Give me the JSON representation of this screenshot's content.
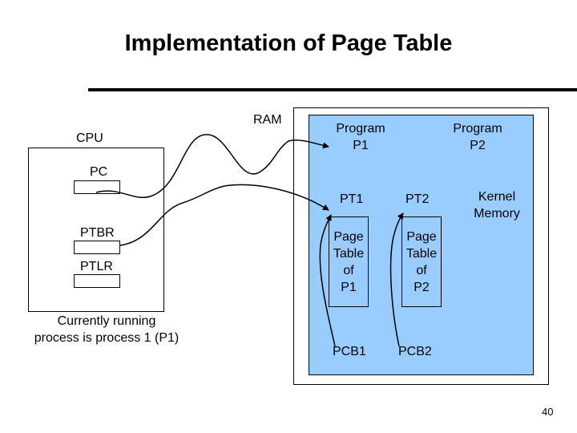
{
  "slide": {
    "title": "Implementation of Page Table",
    "page_number": "40"
  },
  "cpu": {
    "label": "CPU",
    "registers": {
      "pc": "PC",
      "ptbr": "PTBR",
      "ptlr": "PTLR"
    },
    "caption_line1": "Currently running",
    "caption_line2": "process is process 1 (P1)"
  },
  "ram": {
    "label": "RAM",
    "program_p1_line1": "Program",
    "program_p1_line2": "P1",
    "program_p2_line1": "Program",
    "program_p2_line2": "P2",
    "pt1": "PT1",
    "pt2": "PT2",
    "kernel_line1": "Kernel",
    "kernel_line2": "Memory",
    "page_table_p1": [
      "Page",
      "Table",
      "of",
      "P1"
    ],
    "page_table_p2": [
      "Page",
      "Table",
      "of",
      "P2"
    ],
    "pcb1": "PCB1",
    "pcb2": "PCB2"
  },
  "colors": {
    "memory_fill": "#99ccff",
    "line": "#000000"
  }
}
